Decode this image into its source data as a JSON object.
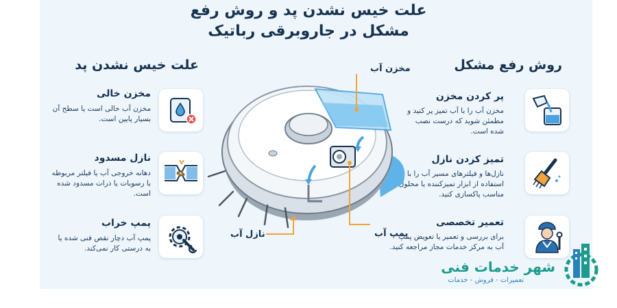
{
  "title": {
    "line1": "علت خیس نشدن پد و روش رفع",
    "line2": "مشکل در جاروبرقی رباتیک"
  },
  "causes": {
    "heading": "علت خیس نشدن پد",
    "items": [
      {
        "title": "مخزن خالی",
        "desc1": "مخزن آب خالی است یا سطح آن",
        "desc2": "بسیار پایین است.",
        "icon": "water-tank-icon"
      },
      {
        "title": "نازل مسدود",
        "desc1": "دهانه خروجی آب یا فیلتر مربوطه",
        "desc2": "با رسوبات یا ذرات مسدود شده",
        "desc3": "است.",
        "icon": "clogged-nozzle-icon"
      },
      {
        "title": "پمپ خراب",
        "desc1": "پمپ آب دچار نقص فنی شده یا",
        "desc2": "به درستی کار نمی‌کند.",
        "icon": "gear-wrench-icon"
      }
    ]
  },
  "solutions": {
    "heading": "روش رفع مشکل",
    "items": [
      {
        "title": "پر کردن مخزن",
        "desc1": "مخزن آب را با آب تمیز پر کنید و",
        "desc2": "مطمئن شوید که درست نصب",
        "desc3": "شده است.",
        "icon": "pour-water-icon"
      },
      {
        "title": "تمیز کردن نازل",
        "desc1": "نازل‌ها و فیلترهای مسیر آب را با",
        "desc2": "استفاده از ابزار تمیزکننده یا محلول",
        "desc3": "مناسب پاکسازی کنید.",
        "icon": "cleaning-brush-icon"
      },
      {
        "title": "تعمیر تخصصی",
        "desc1": "برای بررسی و تعمیر یا تعویض پمپ",
        "desc2": "آب به مرکز خدمات مجاز مراجعه کنید.",
        "icon": "technician-icon"
      }
    ]
  },
  "callouts": {
    "tank": "مخزن آب",
    "pump": "پمپ آب",
    "nozzle": "نازل آب"
  },
  "brand": {
    "name": "شهر خدمات فنی",
    "tagline": "تعمیرات - فروش - خدمات"
  },
  "colors": {
    "navy": "#16324f",
    "water": "#4aa3df",
    "accent": "#f2a33a",
    "brand": "#1c9b8c",
    "panel": "#eef6fc"
  }
}
